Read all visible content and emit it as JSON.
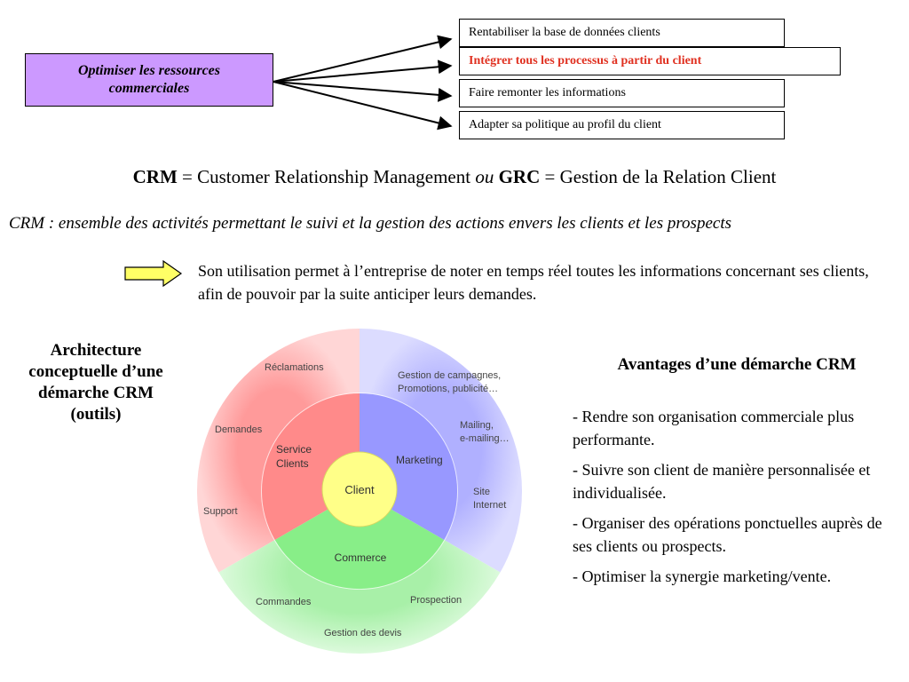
{
  "top": {
    "source_box": {
      "line1": "Optimiser les ressources",
      "line2": "commerciales"
    },
    "targets": [
      {
        "label": "Rentabiliser la base de données clients"
      },
      {
        "label": "Intégrer tous les processus à partir du client",
        "color": "#e03020"
      },
      {
        "label": "Faire remonter les informations"
      },
      {
        "label": "Adapter sa politique au profil du client"
      }
    ]
  },
  "crm_line": {
    "crm": "CRM",
    "eq1": " = Customer Relationship Management ",
    "ou": "ou",
    "grc": " GRC",
    "eq2": " = Gestion de la Relation Client"
  },
  "definition": "CRM : ensemble des activités permettant le suivi et la gestion des actions envers les clients et les prospects",
  "usage_text": "Son utilisation permet à l’entreprise de noter en temps réel toutes les informations concernant ses clients, afin de pouvoir par la suite anticiper leurs demandes.",
  "architecture_title": {
    "l1": "Architecture",
    "l2": "conceptuelle d’une",
    "l3": "démarche CRM",
    "l4": "(outils)"
  },
  "diagram": {
    "center": "Client",
    "sectors": [
      {
        "l1": "Service",
        "l2": "Clients",
        "color": "#ff8888"
      },
      {
        "l1": "Marketing",
        "l2": "",
        "color": "#9999ff"
      },
      {
        "l1": "Commerce",
        "l2": "",
        "color": "#88ee88"
      }
    ],
    "outer": {
      "reclamations": "Réclamations",
      "demandes": "Demandes",
      "support": "Support",
      "campagnes_1": "Gestion de campagnes,",
      "campagnes_2": "Promotions, publicité…",
      "mailing_1": "Mailing,",
      "mailing_2": "e-mailing…",
      "site_1": "Site",
      "site_2": "Internet",
      "commandes": "Commandes",
      "prospection": "Prospection",
      "devis": "Gestion des devis"
    }
  },
  "advantages": {
    "title": "Avantages d’une démarche CRM",
    "items": [
      "- Rendre son organisation commerciale plus performante.",
      "- Suivre son client de manière personnalisée et individualisée.",
      "- Organiser des opérations ponctuelles auprès de ses clients ou prospects.",
      "- Optimiser la synergie marketing/vente."
    ]
  },
  "colors": {
    "purple_box": "#cc99ff",
    "arrow_yellow": "#ffff66",
    "highlight_red": "#e03020"
  }
}
